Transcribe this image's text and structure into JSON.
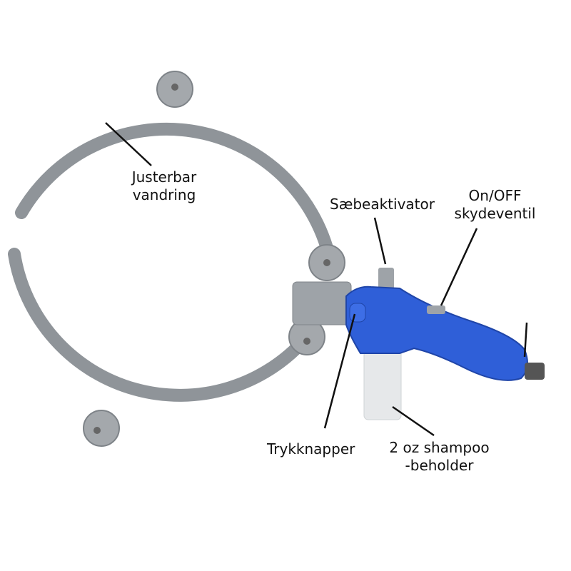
{
  "labels": {
    "ring": [
      "Justerbar",
      "vandring"
    ],
    "soap_activator": "Sæbeaktivator",
    "slide_valve": [
      "On/OFF",
      "skydeventil"
    ],
    "push_buttons": "Trykknapper",
    "shampoo_container": [
      "2 oz shampoo",
      "-beholder"
    ]
  },
  "colors": {
    "ring": "#8f9499",
    "knob": "#a4a8ac",
    "handle": "#2f5fd8",
    "container": "#e6e8ea",
    "line": "#111111"
  }
}
